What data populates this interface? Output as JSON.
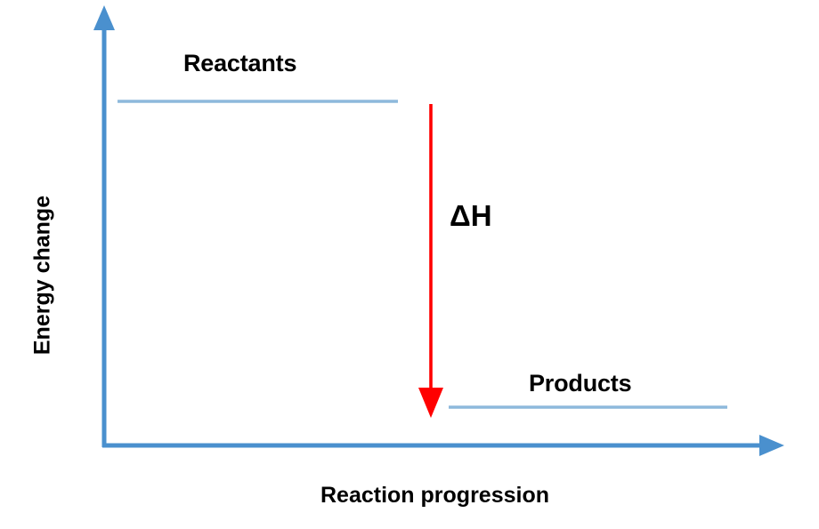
{
  "chart_data": {
    "type": "line",
    "title": "",
    "subtitle": "",
    "xlabel": "Reaction progression",
    "ylabel": "Energy change",
    "grid": false,
    "legend": null,
    "axis_ticks": [],
    "xlim": [
      0,
      100
    ],
    "ylim": [
      0,
      100
    ],
    "description": "Exothermic reaction energy profile: reactants at a high energy level, products at a lower energy level, with a downward red arrow labelled delta H spanning between them.",
    "levels": [
      {
        "name": "Reactants",
        "label": "Reactants",
        "energy_relative": 80,
        "x_start_relative": 2,
        "x_end_relative": 44,
        "color": "#8DB9DC"
      },
      {
        "name": "Products",
        "label": "Products",
        "energy_relative": 10,
        "x_start_relative": 52,
        "x_end_relative": 92,
        "color": "#8DB9DC"
      }
    ],
    "annotations": [
      {
        "name": "enthalpy-change-arrow",
        "label": "ΔH",
        "from_level": "Reactants",
        "to_level": "Products",
        "direction": "down",
        "sign": "negative",
        "color": "#FF0000"
      }
    ],
    "axes": {
      "x_axis_color": "#4A90CE",
      "y_axis_color": "#4A90CE",
      "x_arrow": "right",
      "y_arrow": "up"
    }
  },
  "labels": {
    "reactants": "Reactants",
    "products": "Products",
    "delta_h": "ΔH",
    "y_axis": "Energy change",
    "x_axis": "Reaction progression"
  },
  "colors": {
    "axis_blue": "#4A90CE",
    "level_blue": "#8DB9DC",
    "arrow_red": "#FF0000",
    "text_black": "#000000",
    "background": "#FFFFFF"
  }
}
